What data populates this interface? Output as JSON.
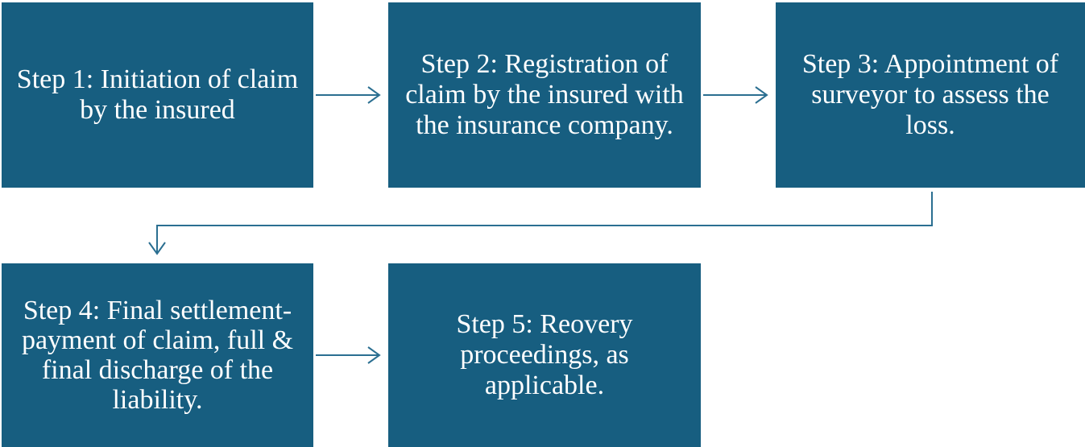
{
  "colors": {
    "box_fill": "#175e80",
    "box_text": "#ffffff",
    "connector": "#2b6f91"
  },
  "steps": [
    {
      "label": "Step 1: Initiation of claim by the insured"
    },
    {
      "label": "Step 2: Registration of claim by the insured with the insurance company."
    },
    {
      "label": "Step 3: Appointment of surveyor to assess the loss."
    },
    {
      "label": "Step 4: Final settlement-payment of claim, full & final discharge of the liability."
    },
    {
      "label": "Step 5: Reovery proceedings, as applicable."
    }
  ]
}
